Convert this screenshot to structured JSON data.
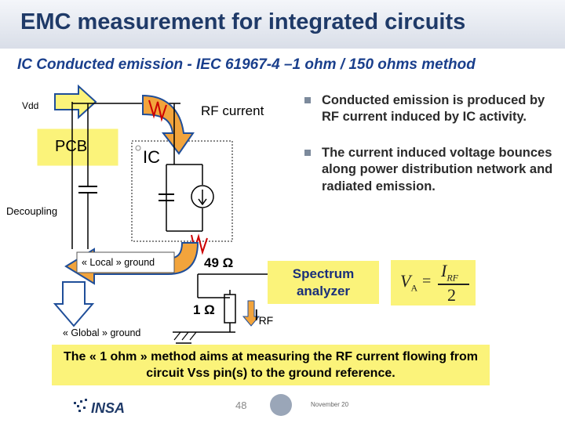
{
  "slide": {
    "title": "EMC measurement for integrated circuits",
    "subtitle": "IC Conducted emission - IEC 61967-4 –1 ohm / 150 ohms method"
  },
  "diagram": {
    "vdd_label": "Vdd",
    "pcb_label": "PCB",
    "ic_label": "IC",
    "rf_current_label": "RF current",
    "decoupling_label": "Decoupling",
    "local_ground_label": "« Local » ground",
    "global_ground_label": "« Global » ground",
    "resistor_49_label": "49 Ω",
    "resistor_1_label": "1 Ω",
    "irf_label_main": "I",
    "irf_label_sub": "RF",
    "spectrum_analyzer_label": "Spectrum analyzer",
    "formula": {
      "lhs": "V",
      "lhs_sub": "A",
      "eq": "=",
      "num": "I",
      "num_sub": "RF",
      "den": "2"
    }
  },
  "bullets": [
    "Conducted emission is produced by RF current induced by IC activity.",
    "The current induced voltage bounces along power distribution network and radiated emission."
  ],
  "note": "The « 1 ohm » method aims at measuring the RF current flowing from circuit Vss pin(s) to the ground reference.",
  "footer": {
    "logo_text": "INSA",
    "page_number": "48",
    "date": "November 20"
  },
  "colors": {
    "title": "#1f3a68",
    "subtitle": "#1a3f8c",
    "arrow_orange": "#f2a43c",
    "arrow_outline": "#1f4e99",
    "highlight_yellow": "#fbf37a",
    "rf_squiggle": "#cc0000"
  }
}
